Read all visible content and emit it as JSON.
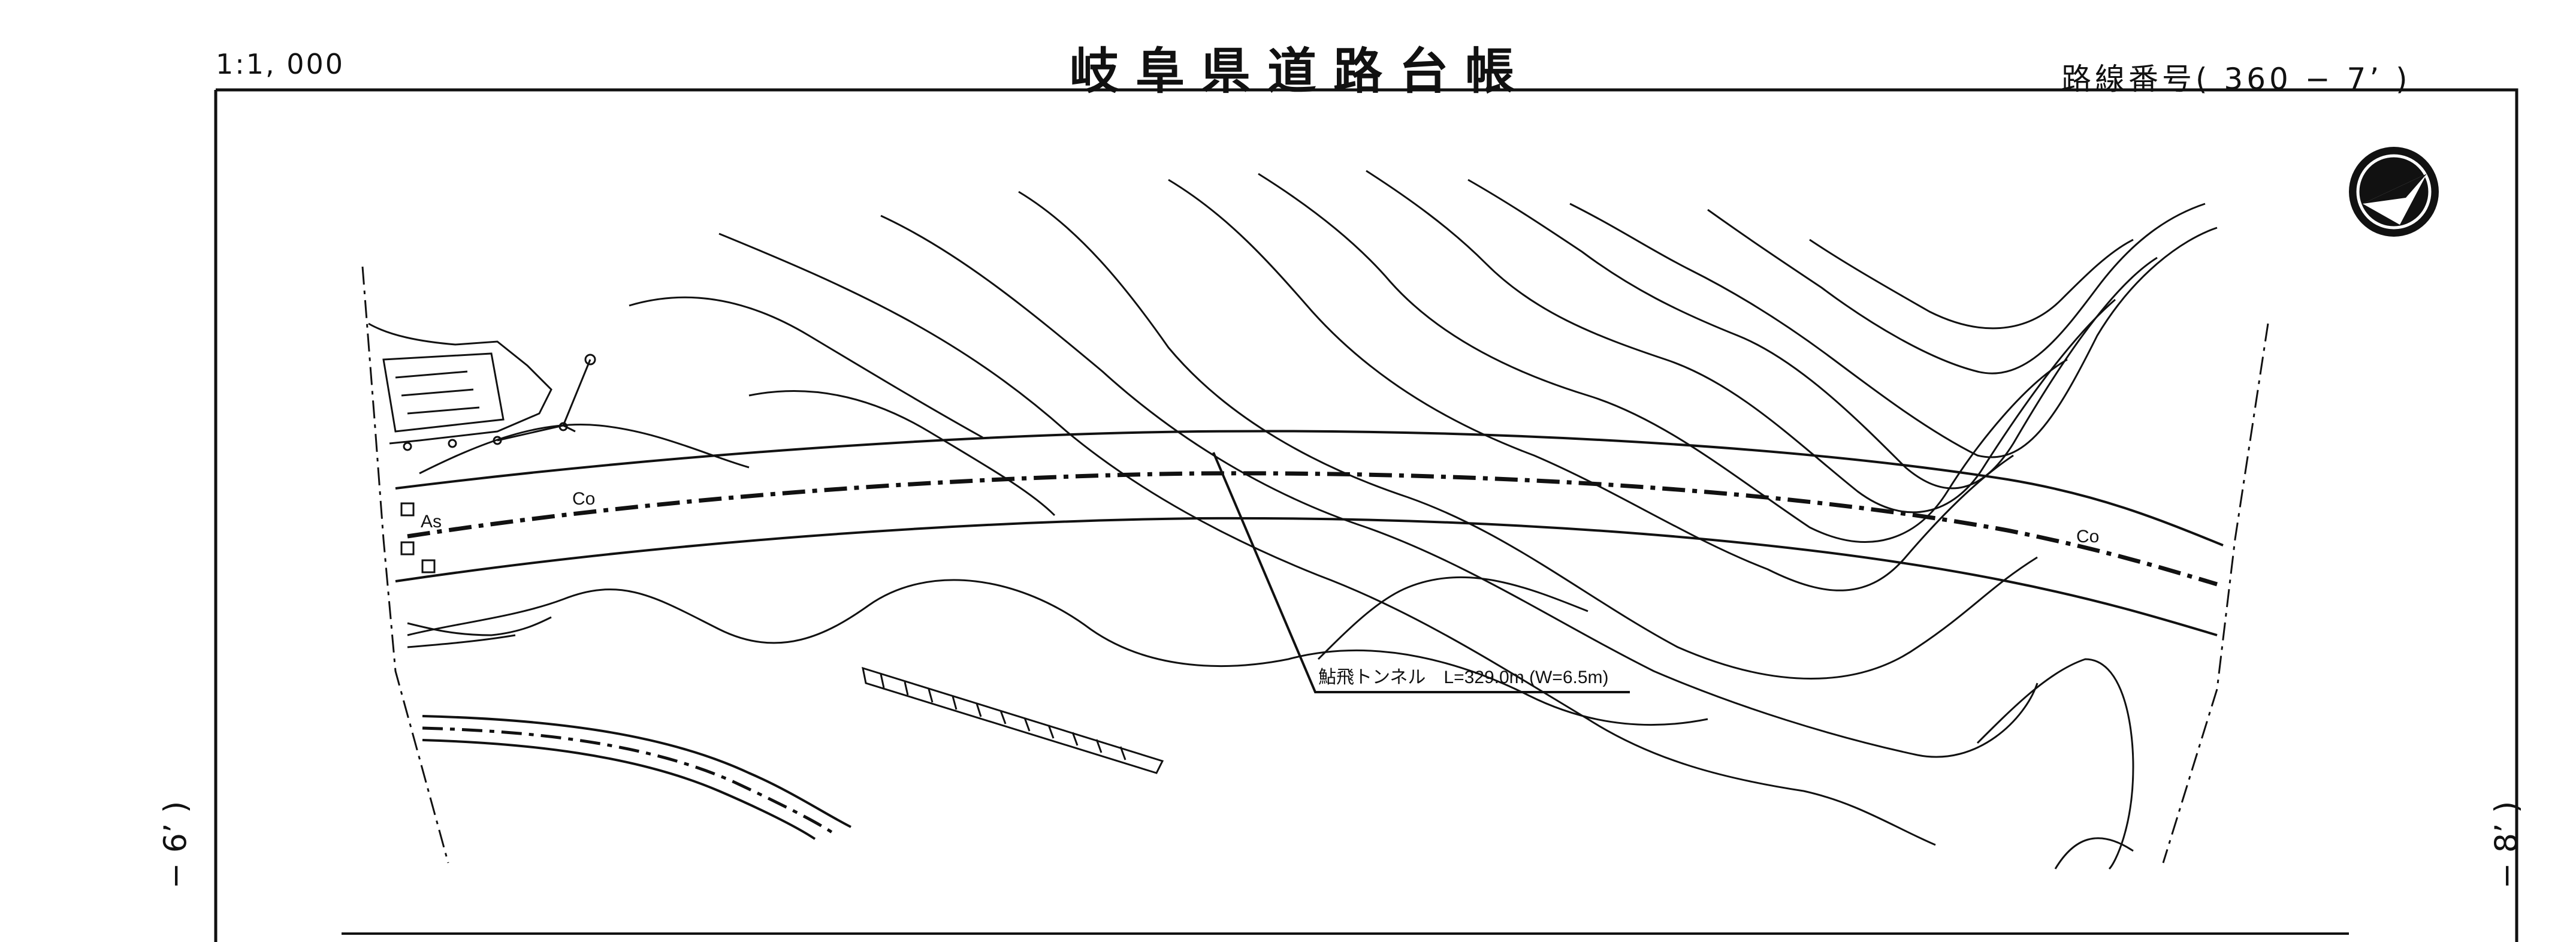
{
  "header": {
    "scale": "1:1, 000",
    "title": "岐阜県道路台帳",
    "route": "路線番号(  360  −  7’ )"
  },
  "sheets": {
    "left": "−  6’  )",
    "right": "−  8’  )"
  },
  "map": {
    "surface_labels": [
      "Co",
      "As",
      "Co"
    ],
    "tunnel_label": "鮎飛トンネル　L=329.0m (W=6.5m)",
    "north_arrow": "north-arrow-icon"
  }
}
